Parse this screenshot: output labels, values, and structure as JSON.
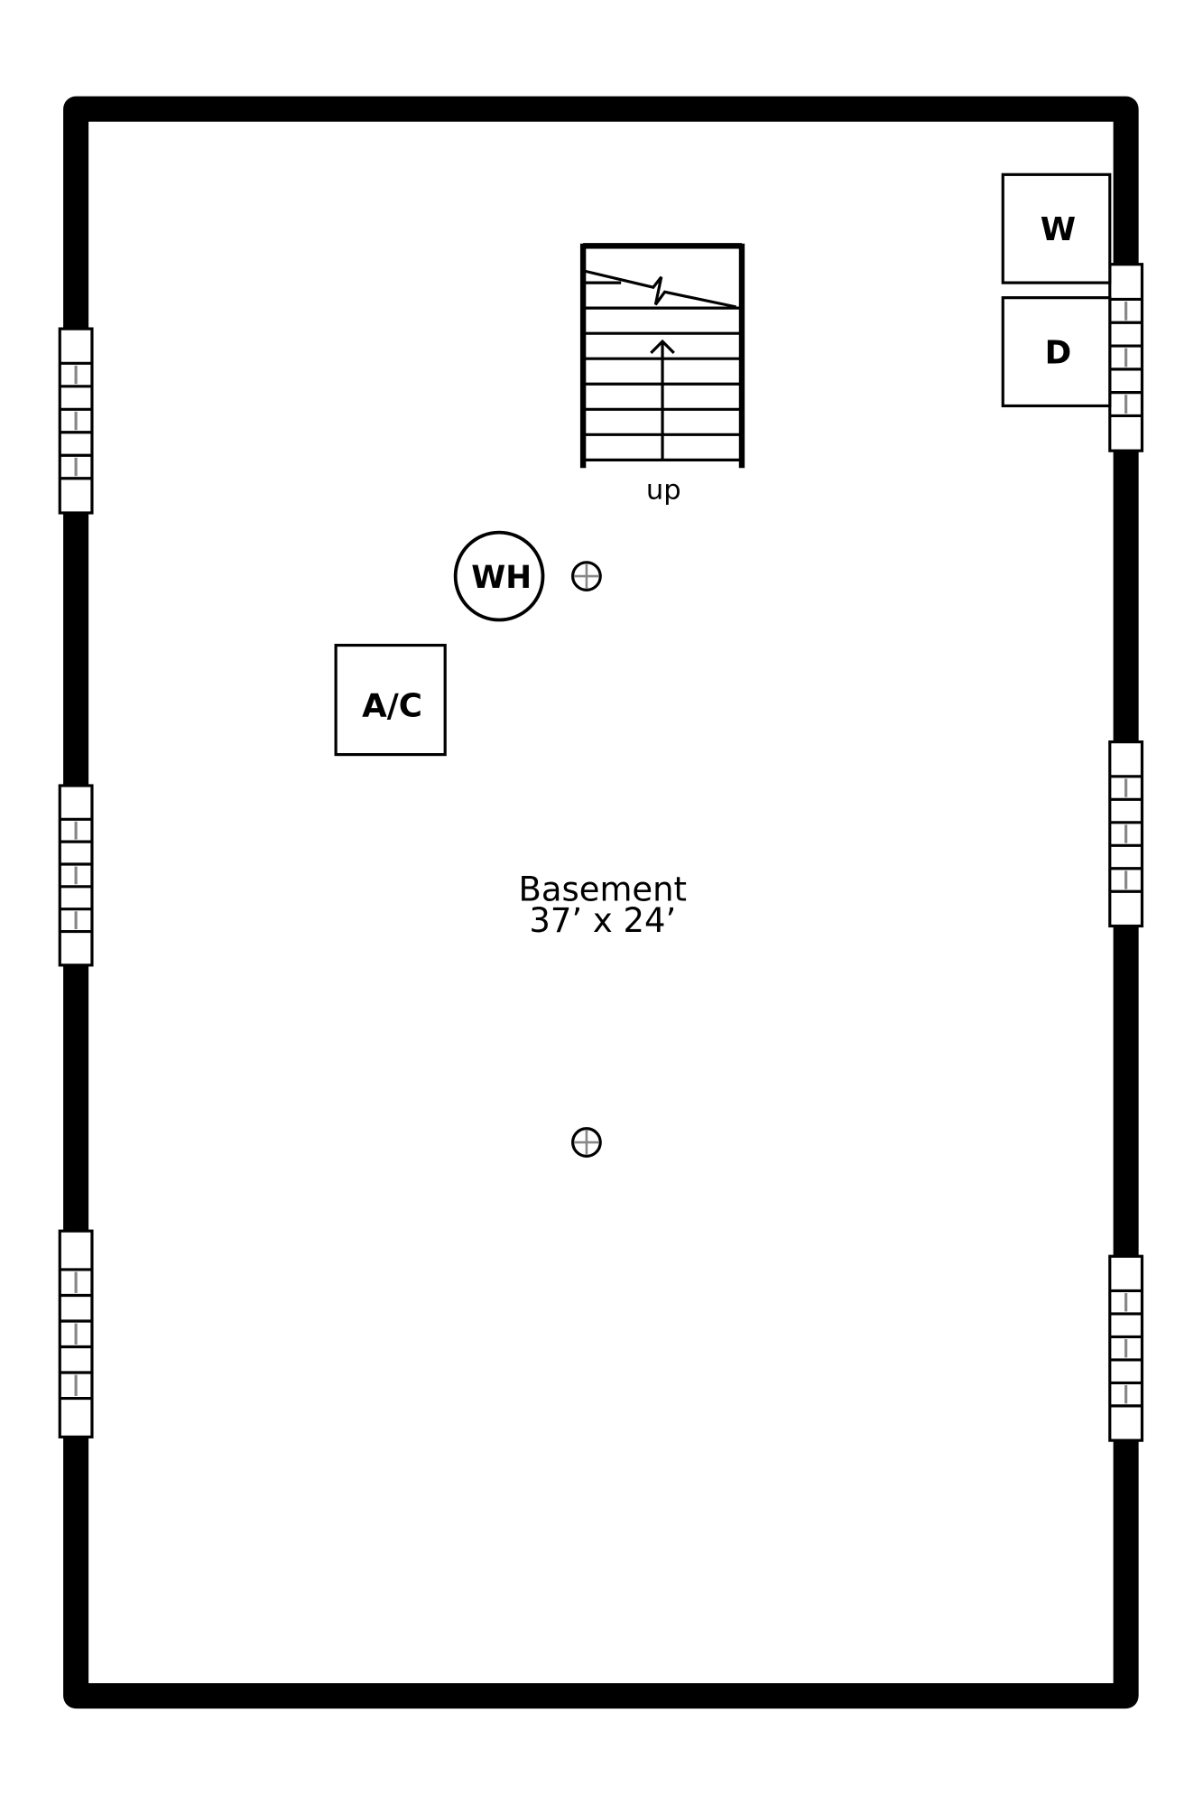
{
  "room": {
    "name": "Basement",
    "dimensions": "37’ x 24’"
  },
  "stairs": {
    "label": "up"
  },
  "appliances": {
    "washer": "W",
    "dryer": "D",
    "water_heater": "WH",
    "ac": "A/C"
  },
  "colors": {
    "wall": "#000000",
    "mullion": "#888888",
    "background": "#ffffff"
  }
}
